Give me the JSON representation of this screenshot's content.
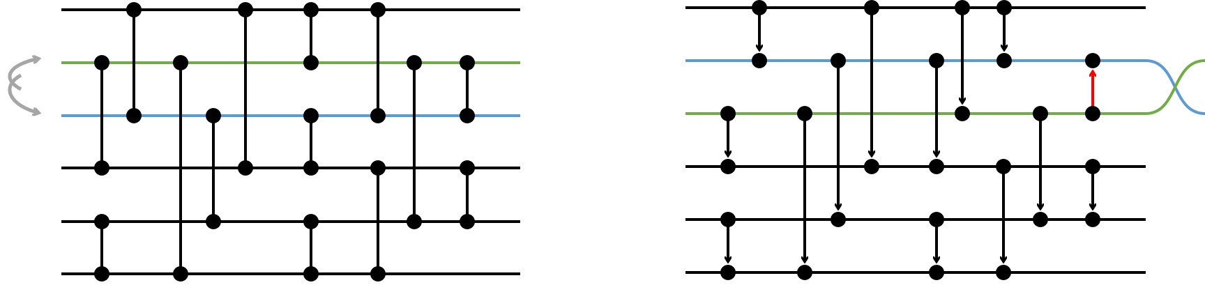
{
  "colors": {
    "background": "#ffffff",
    "wire": "#000000",
    "wire_green": "#70ad47",
    "wire_blue": "#5b9bd5",
    "swap_arrow": "#a6a6a6",
    "highlight_arrow": "#ff0000",
    "node": "#000000"
  },
  "left_diagram": {
    "wire_colors": [
      "black",
      "green",
      "blue",
      "black",
      "black",
      "black"
    ],
    "swap_indicator": {
      "between_wires": [
        1,
        2
      ],
      "icon": "curved-swap-arrows-icon"
    },
    "gates": [
      {
        "col": 1,
        "from": 1,
        "to": 3
      },
      {
        "col": 1,
        "from": 4,
        "to": 5
      },
      {
        "col": 2,
        "from": 0,
        "to": 2
      },
      {
        "col": 3,
        "from": 1,
        "to": 5
      },
      {
        "col": 4,
        "from": 2,
        "to": 4
      },
      {
        "col": 5,
        "from": 0,
        "to": 3
      },
      {
        "col": 6,
        "from": 0,
        "to": 1
      },
      {
        "col": 6,
        "from": 2,
        "to": 3
      },
      {
        "col": 6,
        "from": 4,
        "to": 5
      },
      {
        "col": 7,
        "from": 0,
        "to": 2
      },
      {
        "col": 7,
        "from": 3,
        "to": 5
      },
      {
        "col": 8,
        "from": 1,
        "to": 4
      },
      {
        "col": 9,
        "from": 1,
        "to": 2
      },
      {
        "col": 9,
        "from": 3,
        "to": 4
      }
    ]
  },
  "right_diagram": {
    "wire_colors": [
      "black",
      "blue",
      "green",
      "black",
      "black",
      "black"
    ],
    "wire_crossing": {
      "wires": [
        1,
        2
      ],
      "icon": "wire-crossing-icon"
    },
    "gates": [
      {
        "col": 1,
        "from": 2,
        "to": 3,
        "arrow": true
      },
      {
        "col": 1,
        "from": 4,
        "to": 5,
        "arrow": true
      },
      {
        "col": 2,
        "from": 0,
        "to": 1,
        "arrow": true
      },
      {
        "col": 3,
        "from": 2,
        "to": 5,
        "arrow": true
      },
      {
        "col": 4,
        "from": 1,
        "to": 4,
        "arrow": true
      },
      {
        "col": 5,
        "from": 0,
        "to": 3,
        "arrow": true
      },
      {
        "col": 6,
        "from": 1,
        "to": 3,
        "arrow": true
      },
      {
        "col": 6,
        "from": 4,
        "to": 5,
        "arrow": true
      },
      {
        "col": 7,
        "from": 0,
        "to": 2,
        "arrow": true
      },
      {
        "col": 8,
        "from": 0,
        "to": 1,
        "arrow": true
      },
      {
        "col": 9,
        "from": 3,
        "to": 5,
        "arrow": true
      },
      {
        "col": 10,
        "from": 2,
        "to": 4,
        "arrow": true
      },
      {
        "col": 11,
        "from": 2,
        "to": 1,
        "arrow": true,
        "highlight": true
      },
      {
        "col": 11,
        "from": 3,
        "to": 4,
        "arrow": true
      }
    ]
  }
}
